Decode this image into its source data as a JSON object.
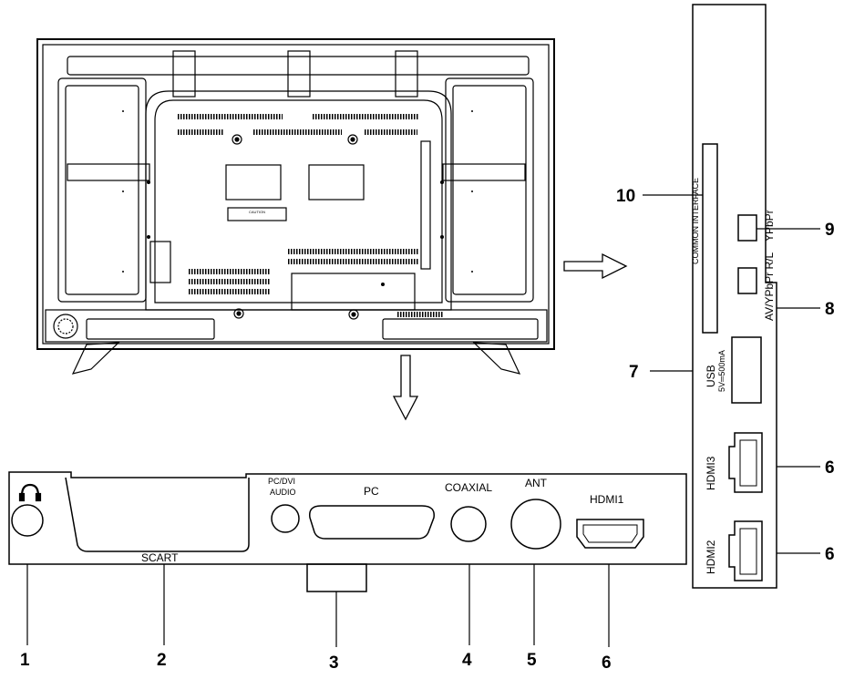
{
  "bottom_panel": {
    "scart": "SCART",
    "pc_audio_line1": "PC/DVI",
    "pc_audio_line2": "AUDIO",
    "pc": "PC",
    "coaxial": "COAXIAL",
    "ant": "ANT",
    "hdmi1": "HDMI1"
  },
  "side_panel": {
    "common_interface": "COMMON INTERFACE",
    "ypbpr": "YPbPr",
    "av_ypbpr_rl": "AV/YPbPr R/L",
    "usb": "USB",
    "usb_rating": "5V═500mA",
    "hdmi3": "HDMI3",
    "hdmi2": "HDMI2"
  },
  "tv": {
    "caution": "CAUTION"
  },
  "callouts": {
    "n1": "1",
    "n2": "2",
    "n3": "3",
    "n4": "4",
    "n5": "5",
    "n6a": "6",
    "n6b": "6",
    "n6c": "6",
    "n7": "7",
    "n8": "8",
    "n9": "9",
    "n10": "10"
  }
}
